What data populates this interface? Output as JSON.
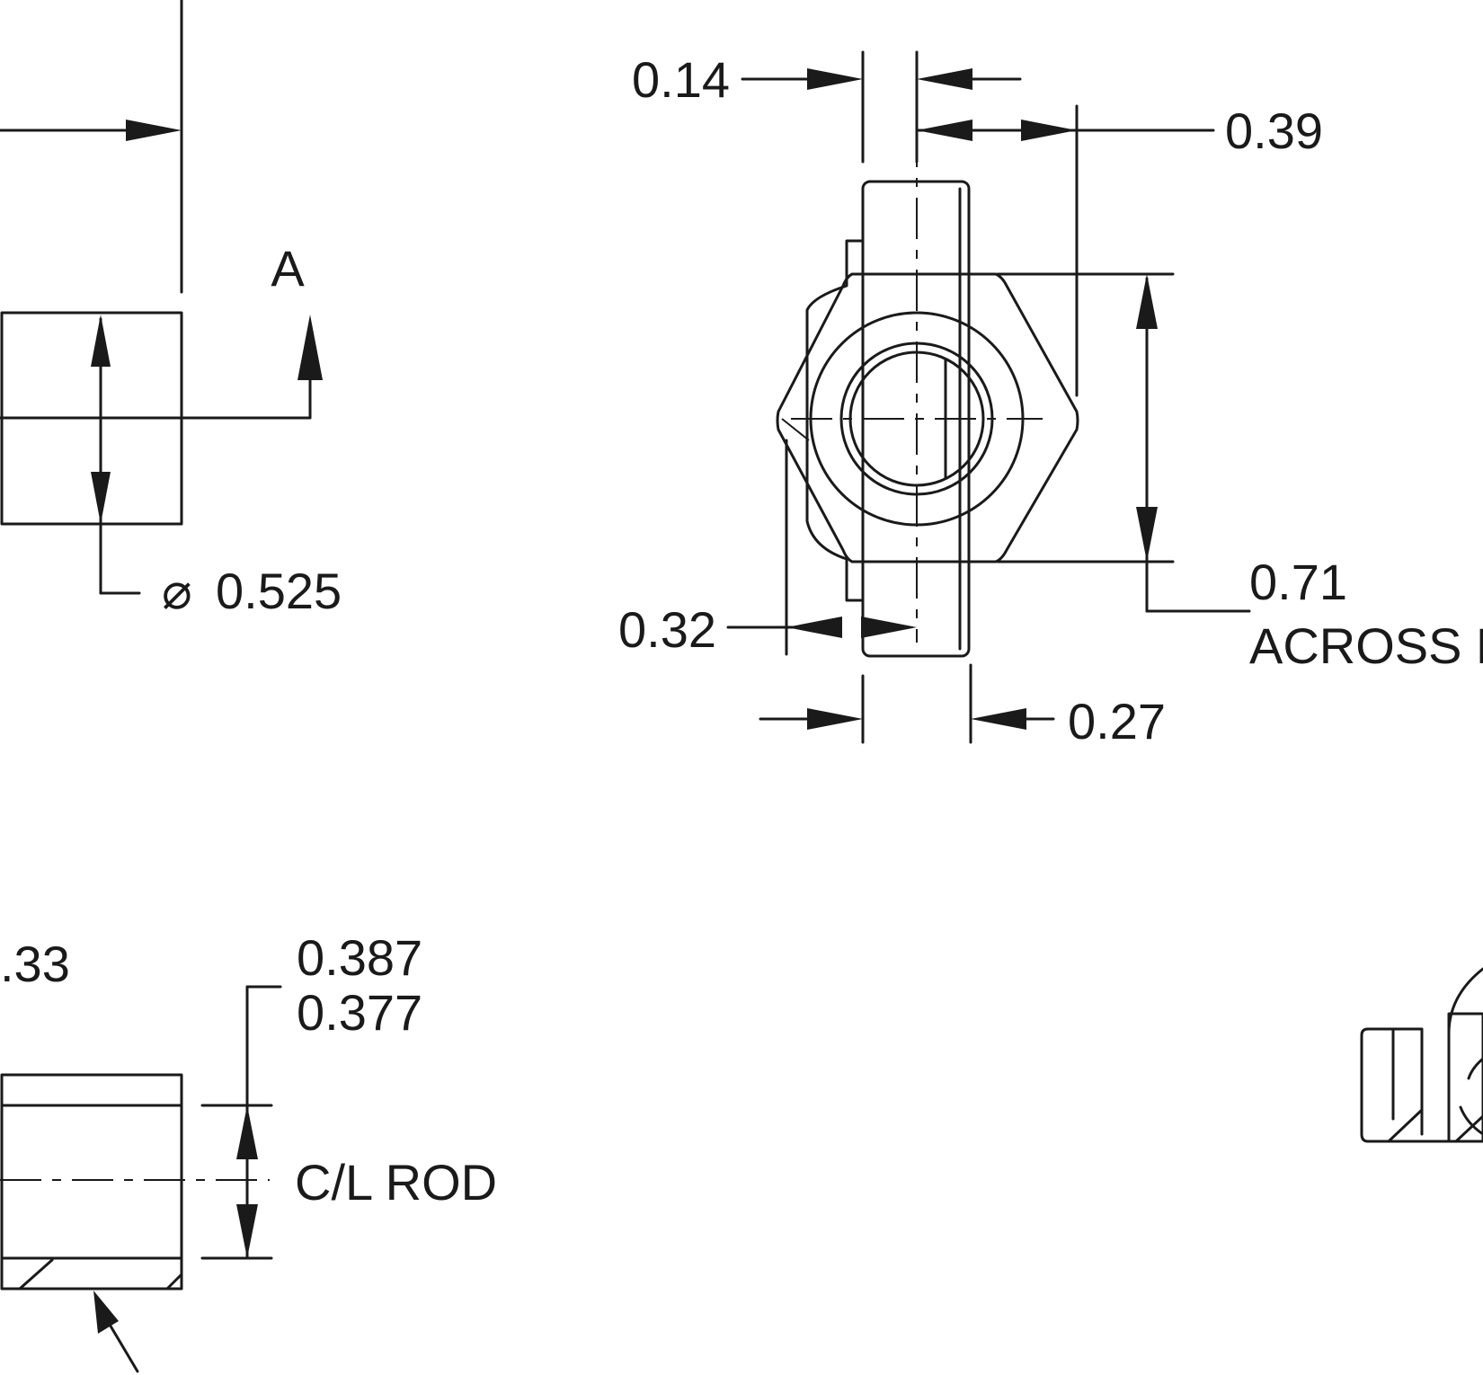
{
  "drawing": {
    "view_label": "A",
    "diameter_symbol": "⌀",
    "diameter_value": "0.525",
    "dim_0_14": "0.14",
    "dim_0_39": "0.39",
    "dim_0_71": "0.71",
    "across_flats": "ACROSS F",
    "dim_0_32": "0.32",
    "dim_0_27": "0.27",
    "dim_partial": ".33",
    "dim_0_387": "0.387",
    "dim_0_377": "0.377",
    "cl_rod": "C/L ROD"
  },
  "colors": {
    "ink": "#1a1a1a",
    "paper": "#ffffff"
  }
}
